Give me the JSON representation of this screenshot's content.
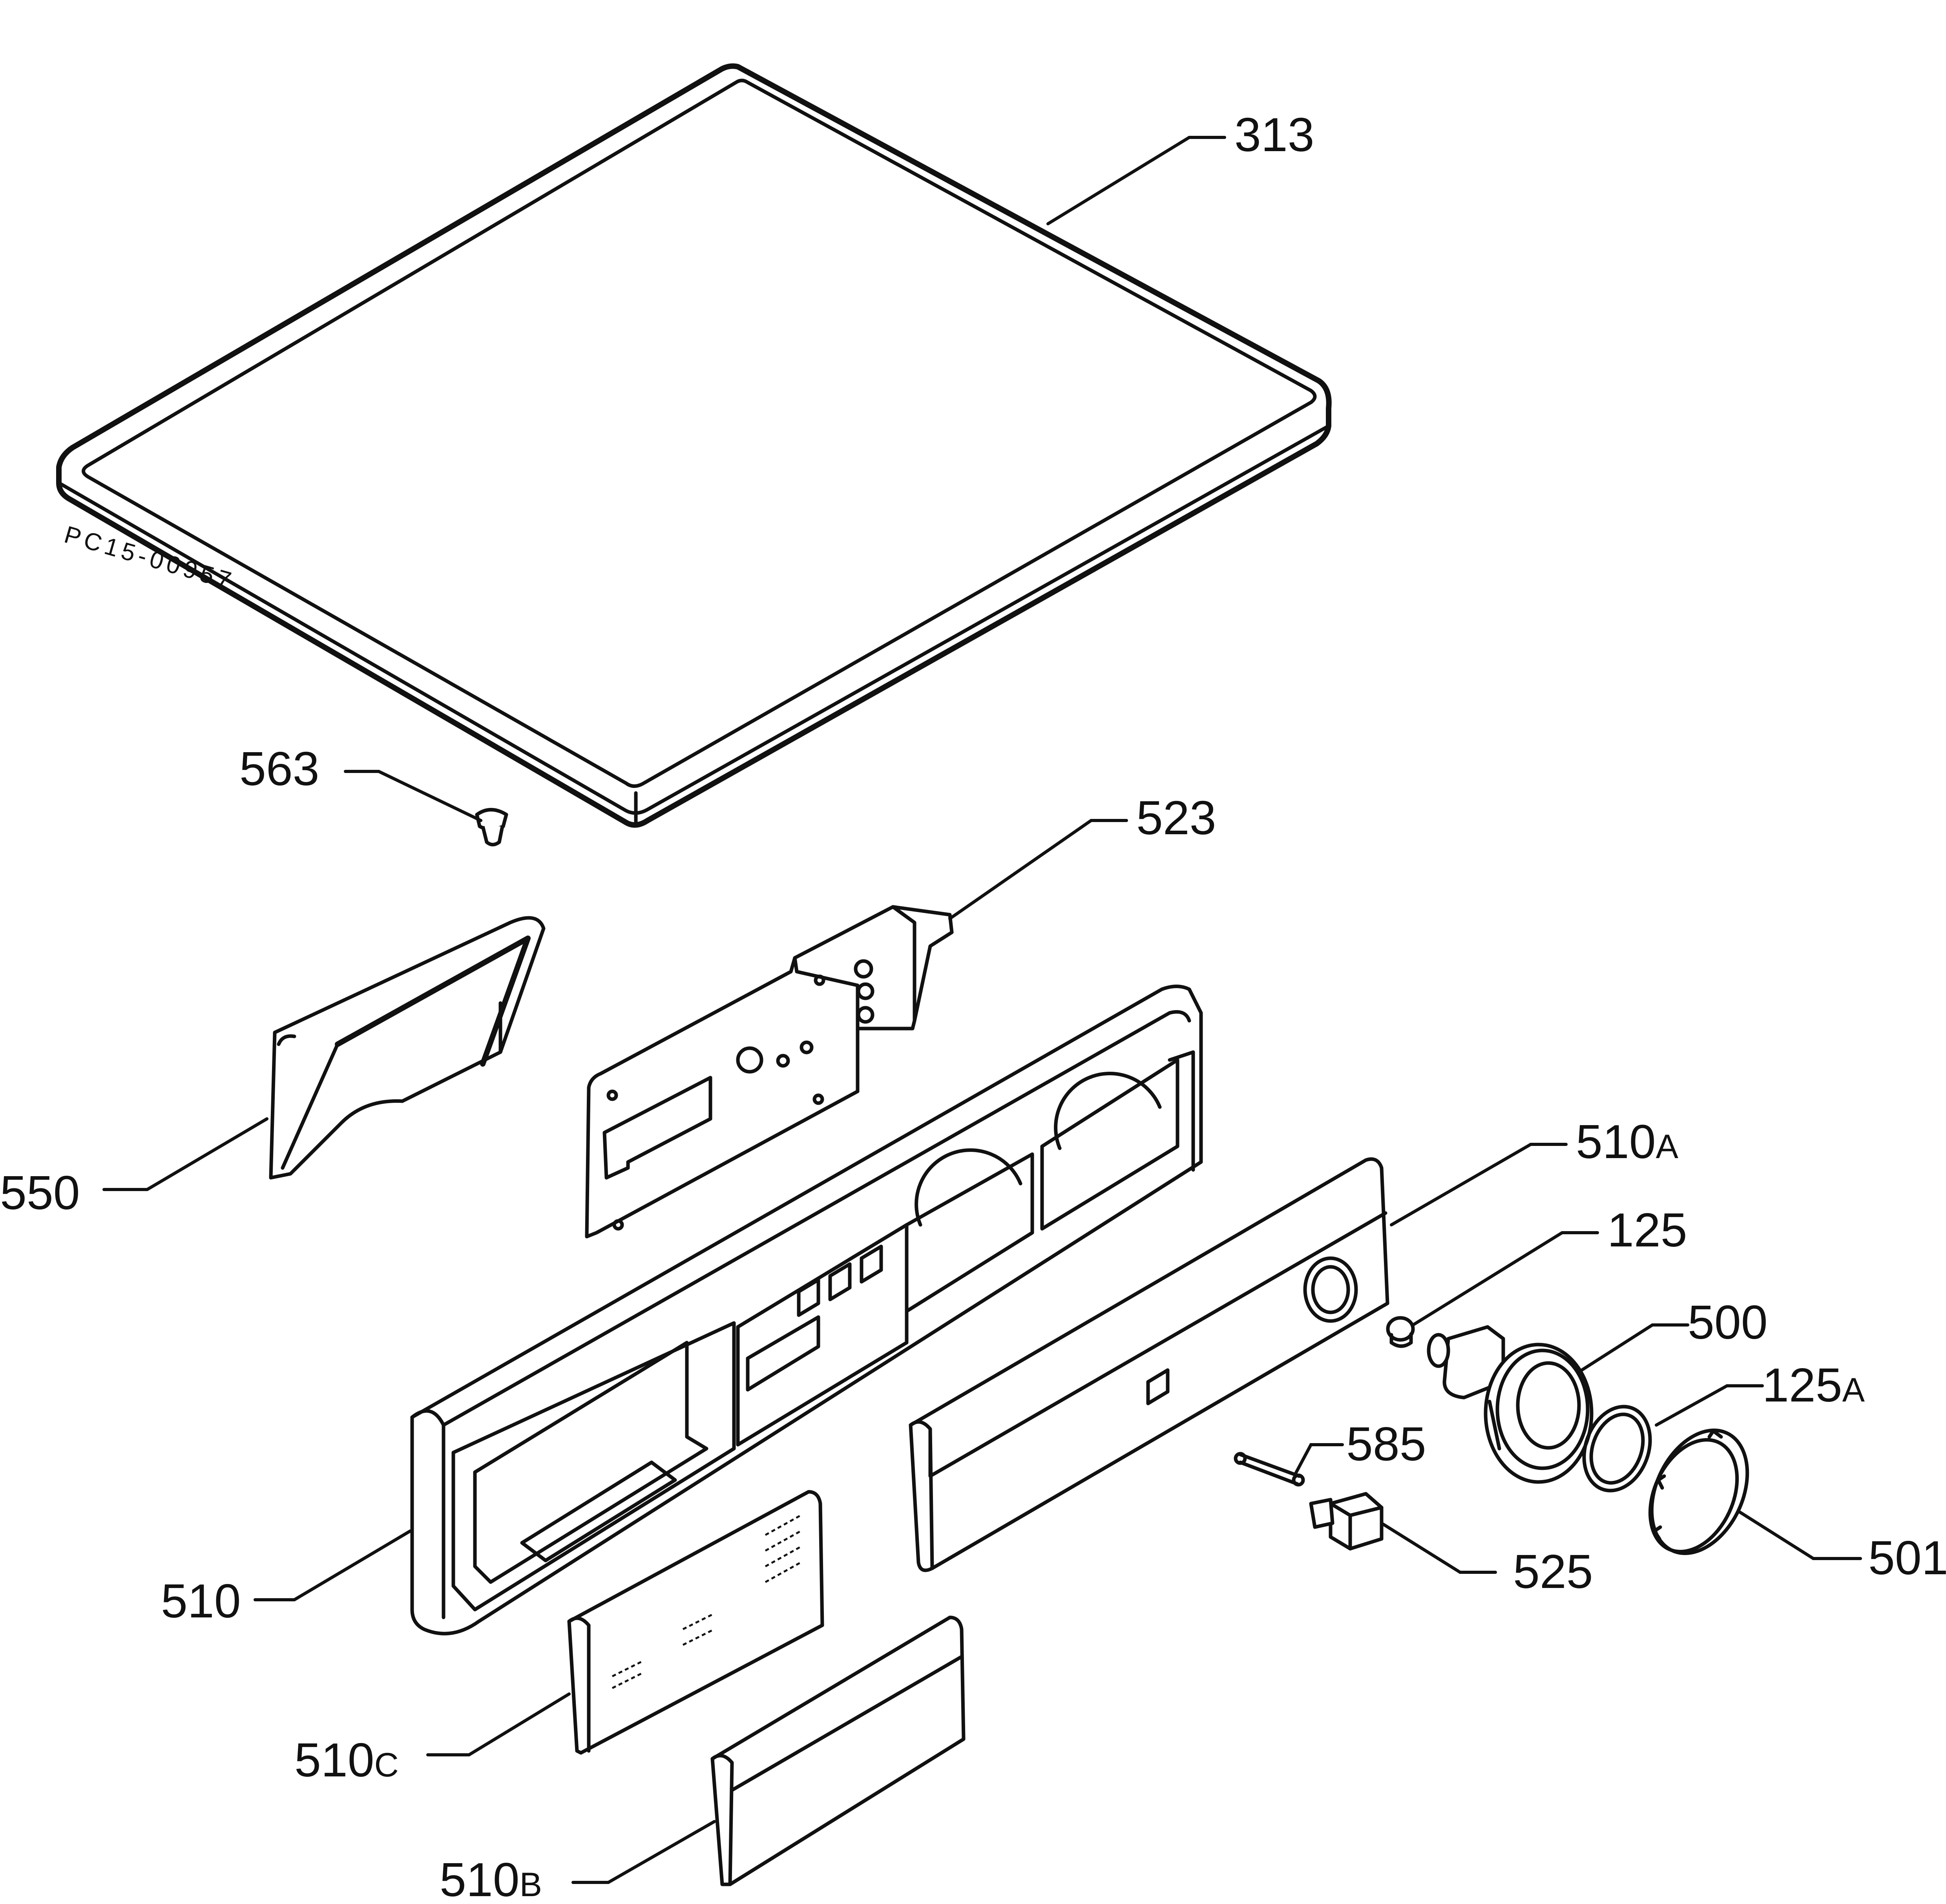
{
  "drawing_ref": "PC15-00957",
  "labels": [
    {
      "id": "313",
      "main": "313",
      "suffix": ""
    },
    {
      "id": "563",
      "main": "563",
      "suffix": ""
    },
    {
      "id": "523",
      "main": "523",
      "suffix": ""
    },
    {
      "id": "550",
      "main": "550",
      "suffix": ""
    },
    {
      "id": "510A",
      "main": "510",
      "suffix": "A"
    },
    {
      "id": "125",
      "main": "125",
      "suffix": ""
    },
    {
      "id": "500",
      "main": "500",
      "suffix": ""
    },
    {
      "id": "125A",
      "main": "125",
      "suffix": "A"
    },
    {
      "id": "585",
      "main": "585",
      "suffix": ""
    },
    {
      "id": "525",
      "main": "525",
      "suffix": ""
    },
    {
      "id": "501",
      "main": "501",
      "suffix": ""
    },
    {
      "id": "510",
      "main": "510",
      "suffix": ""
    },
    {
      "id": "510C",
      "main": "510",
      "suffix": "C"
    },
    {
      "id": "510B",
      "main": "510",
      "suffix": "B"
    }
  ]
}
